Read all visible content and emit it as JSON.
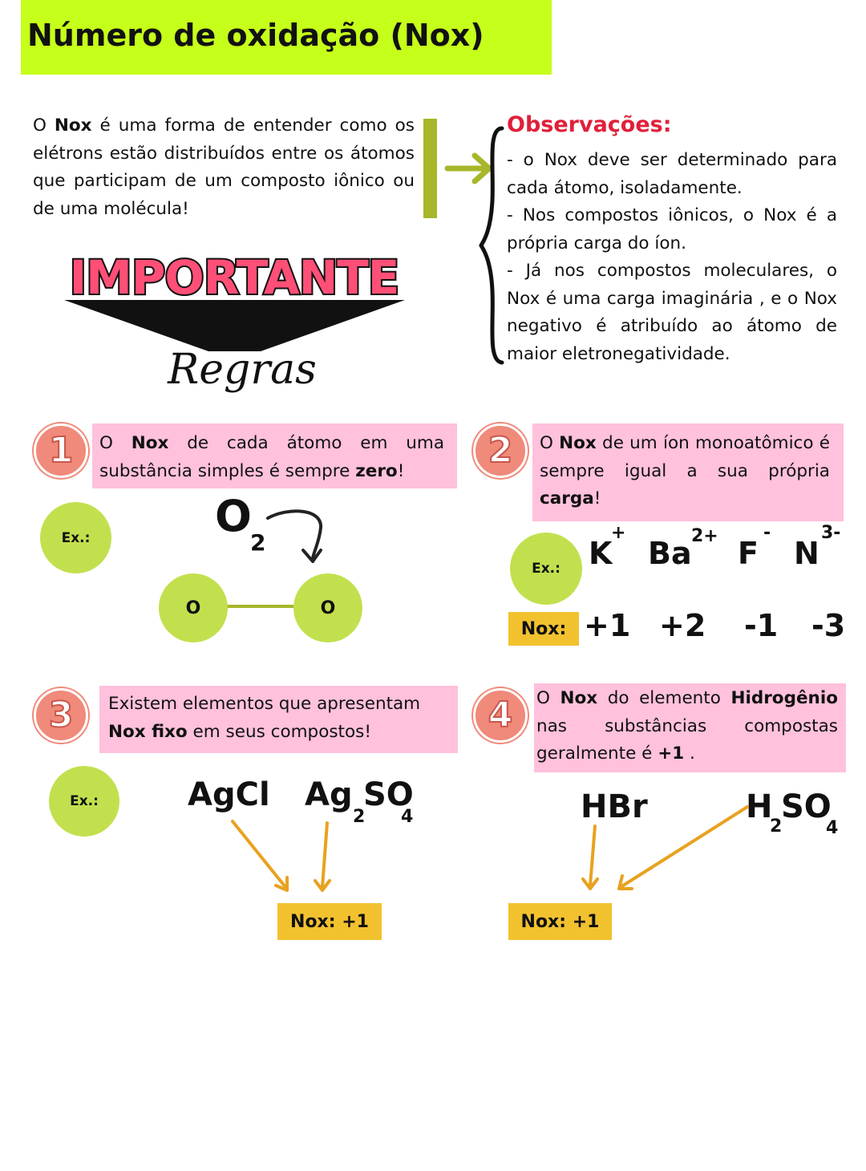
{
  "title": "Número de oxidação (Nox)",
  "intro": {
    "t1": "O ",
    "b1": "Nox",
    "t2": " é uma forma de entender como os elétrons estão distribuídos entre os átomos que participam de um composto iônico ou de uma molécula!"
  },
  "observacoes": {
    "title": "Observações:",
    "items": [
      "- o Nox deve ser determinado para cada átomo, isoladamente.",
      "- Nos compostos iônicos, o Nox é a própria carga do íon.",
      "- Já nos compostos moleculares, o Nox é uma carga imaginária , e o Nox negativo é atribuído ao átomo de maior eletronegatividade."
    ]
  },
  "banner": {
    "importante": "IMPORTANTE",
    "regras": "Regras"
  },
  "rule1": {
    "number": "1",
    "t1": "O ",
    "b1": "Nox",
    "t2": " de cada átomo em uma substância simples é sempre ",
    "b2": "zero",
    "t3": "!",
    "ex": "Ex.:",
    "formula": "O",
    "formula_sub": "2",
    "atom_left": "O",
    "atom_right": "O"
  },
  "rule2": {
    "number": "2",
    "t1": "O ",
    "b1": "Nox",
    "t2": " de um íon monoatômico é sempre igual a sua própria ",
    "b2": "carga",
    "t3": "!",
    "ex": "Ex.:",
    "ions": [
      {
        "symbol": "K",
        "charge": "+",
        "nox": "+1"
      },
      {
        "symbol": "Ba",
        "charge": "2+",
        "nox": "+2"
      },
      {
        "symbol": "F",
        "charge": "-",
        "nox": "-1"
      },
      {
        "symbol": "N",
        "charge": "3-",
        "nox": "-3"
      }
    ],
    "nox_label": "Nox:"
  },
  "rule3": {
    "number": "3",
    "t1": "Existem elementos que apresentam ",
    "b1": "Nox fixo",
    "t2": " em seus compostos!",
    "ex": "Ex.:",
    "f1": "AgCl",
    "f2a": "Ag",
    "f2s1": "2",
    "f2b": "SO",
    "f2s2": "4",
    "nox": "Nox:  +1"
  },
  "rule4": {
    "number": "4",
    "t1": "O ",
    "b1": "Nox",
    "t2": " do elemento ",
    "b2": "Hidrogênio",
    "t3": " nas substâncias compostas geralmente é ",
    "b3": "+1",
    "t4": " .",
    "f1": "HBr",
    "f2a": "H",
    "f2s1": "2",
    "f2b": "SO",
    "f2s2": "4",
    "nox": "Nox:  +1"
  },
  "colors": {
    "title_bg": "#c6ff1a",
    "rule_bg": "#ffc1dc",
    "green": "#c2e04e",
    "nox_bg": "#f2c12e",
    "arrow": "#e8a21f",
    "obs_title": "#e0203a"
  }
}
